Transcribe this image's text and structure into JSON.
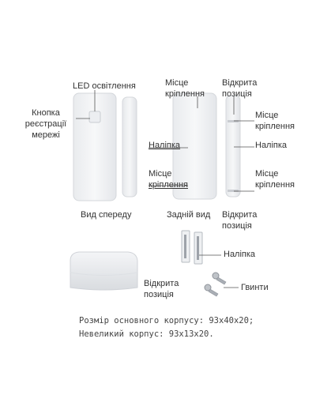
{
  "labels": {
    "led": "LED освітлення",
    "button_line1": "Кнопка",
    "button_line2": "реєстрації",
    "button_line3": "мережі",
    "front_view": "Вид спереду",
    "mount_top_line1": "Місце",
    "mount_top_line2": "кріплення",
    "open_top_line1": "Відкрита",
    "open_top_line2": "позиція",
    "sticker_left": "Наліпка",
    "mount_mid_left_line1": "Місце",
    "mount_mid_left_line2": "кріплення",
    "mount_right_top_line1": "Місце",
    "mount_right_top_line2": "кріплення",
    "sticker_right": "Наліпка",
    "mount_right_bottom_line1": "Місце",
    "mount_right_bottom_line2": "кріплення",
    "rear_view": "Задній вид",
    "open_mid_line1": "Відкрита",
    "open_mid_line2": "позиція",
    "sticker_small": "Наліпка",
    "open_bottom_line1": "Відкрита",
    "open_bottom_line2": "позиція",
    "screws": "Гвинти"
  },
  "spec": {
    "line1": "Розмір основного корпусу: 93х40х20;",
    "line2": "Невеликий корпус: 93х13х20."
  },
  "colors": {
    "body_fill": "#f3f4f6",
    "body_stroke": "#d5d7db",
    "leader": "#555555"
  }
}
